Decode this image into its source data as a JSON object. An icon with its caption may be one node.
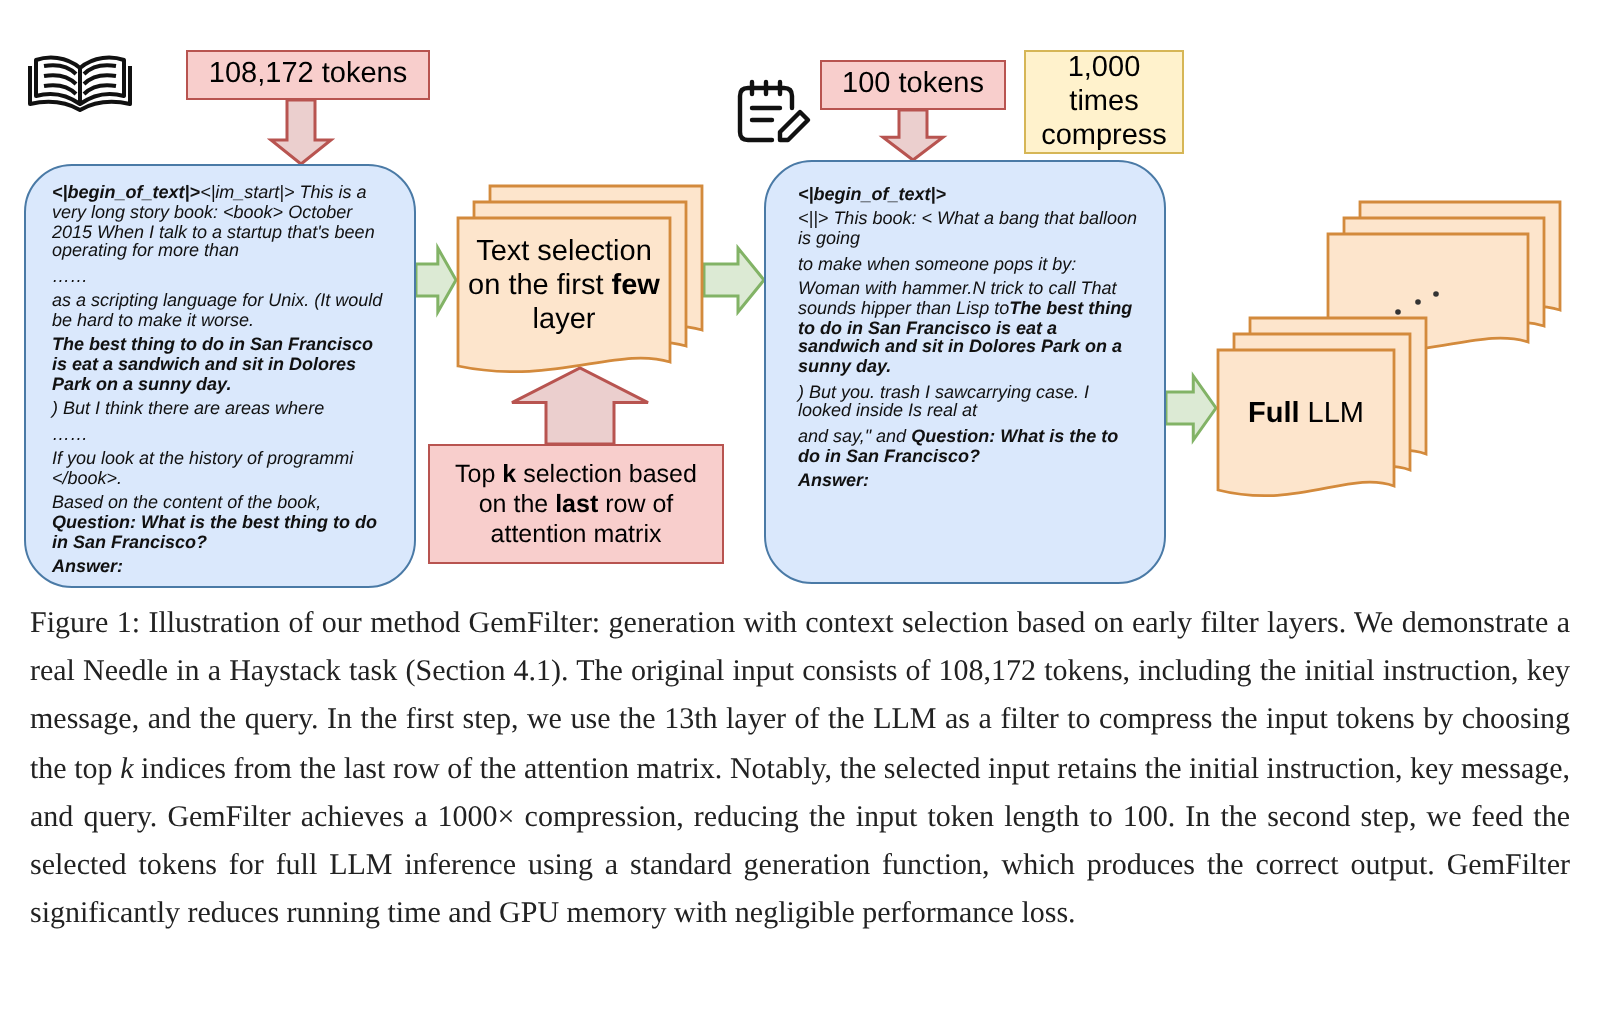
{
  "diagram": {
    "caption": "Figure 1: Illustration of our method GemFilter: generation with context selection based on early filter layers. We demonstrate a real Needle in a Haystack task (Section 4.1). The original input consists of 108,172 tokens, including the initial instruction, key message, and the query. In the first step, we use the 13th layer of the LLM as a filter to compress the input tokens by choosing the top *k* indices from the last row of the attention matrix. Notably, the selected input retains the initial instruction, key message, and query. GemFilter achieves a 1000× compression, reducing the input token length to 100. In the second step, we feed the selected tokens for full LLM inference using a standard generation function, which produces the correct output. GemFilter significantly reduces running time and GPU memory with negligible performance loss.",
    "nodes": [
      {
        "text": [
          "108,172 tokens"
        ]
      },
      {
        "text": [
          "**<|begin_of_text|>**<|im_start|> This is a very long story book: <book> October 2015 When I talk to a startup that's been operating for more than",
          "……",
          "as a scripting language for Unix. (It would be hard to make it worse.",
          "**The best thing to do in San Francisco is eat a sandwich and sit in Dolores Park on a sunny day.**",
          ") But I think there are areas where",
          "……",
          "If you look at the history of programmi </book>.",
          "Based on the content of the book, **Question: What is the best thing to do in San Francisco?**",
          "**Answer:**"
        ]
      },
      {
        "text": [
          "Text selection on the first **few** layer"
        ]
      },
      {
        "text": [
          "Top **k** selection based on the **last** row of attention matrix"
        ]
      },
      {
        "text": [
          "100 tokens"
        ]
      },
      {
        "text": [
          "1,000 times compress"
        ]
      },
      {
        "text": [
          "**<|begin_of_text|>**",
          "<||> This book: < What a bang that balloon is going",
          "to make when someone pops it by:",
          "Woman with hammer.N trick to call That sounds hipper than Lisp to**The best thing to do in San Francisco is eat a sandwich and sit in Dolores Park on a sunny day.**",
          ") But you. trash I sawcarrying case. I looked inside Is real at",
          "and say,\" and **Question: What is the to do in San Francisco?**",
          "**Answer:**"
        ]
      },
      {
        "text": [
          "**Full** LLM"
        ]
      }
    ],
    "edges": [
      {
        "from": 0,
        "to": 1,
        "arrow": "to",
        "color": "#b85450"
      },
      {
        "from": 1,
        "to": 2,
        "arrow": "to"
      },
      {
        "from": 3,
        "to": 2,
        "arrow": "to",
        "color": "#b85450"
      },
      {
        "from": 2,
        "to": 6,
        "arrow": "to"
      },
      {
        "from": 4,
        "to": 6,
        "arrow": "to",
        "color": "#b85450"
      },
      {
        "from": 6,
        "to": 7,
        "arrow": "to"
      }
    ]
  }
}
